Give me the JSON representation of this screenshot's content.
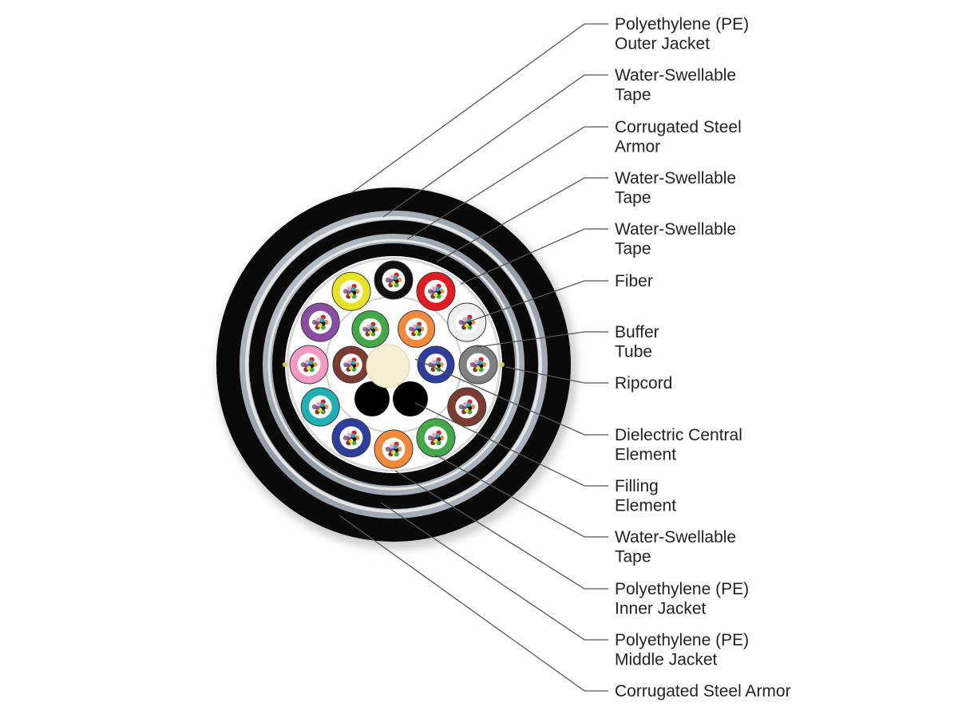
{
  "callouts": [
    {
      "lines": [
        "Polyethylene (PE)",
        "Outer Jacket"
      ]
    },
    {
      "lines": [
        "Water-Swellable",
        "Tape"
      ]
    },
    {
      "lines": [
        "Corrugated Steel",
        "Armor"
      ]
    },
    {
      "lines": [
        "Water-Swellable",
        "Tape"
      ]
    },
    {
      "lines": [
        "Water-Swellable",
        "Tape"
      ]
    },
    {
      "lines": [
        "Fiber"
      ]
    },
    {
      "lines": [
        "Buffer",
        "Tube"
      ]
    },
    {
      "lines": [
        "Ripcord"
      ]
    },
    {
      "lines": [
        "Dielectric Central",
        "Element"
      ]
    },
    {
      "lines": [
        "Filling",
        "Element"
      ]
    },
    {
      "lines": [
        "Water-Swellable",
        "Tape"
      ]
    },
    {
      "lines": [
        "Polyethylene (PE)",
        "Inner Jacket"
      ]
    },
    {
      "lines": [
        "Polyethylene (PE)",
        "Middle Jacket"
      ]
    },
    {
      "lines": [
        "Corrugated Steel Armor"
      ]
    }
  ],
  "colors": {
    "jacket": "#0a0a0a",
    "armor": "#9aa3ae",
    "tape": "#e6e6e6",
    "core_fill": "#ffffff",
    "central_element": "#f3efd2",
    "filling_element": "#000000",
    "leader_line": "#555555"
  },
  "buffer_tubes": {
    "outer": [
      "#111111",
      "#e11b22",
      "#eeeeee",
      "#808080",
      "#7a3b32",
      "#43a948",
      "#f28a3e",
      "#2c3d9c",
      "#1fb0b4",
      "#f29ac2",
      "#8a4ba1",
      "#e6e422"
    ],
    "inner": [
      "#43a948",
      "#f28a3e",
      "#2c3d9c",
      "#7a3b32"
    ]
  }
}
